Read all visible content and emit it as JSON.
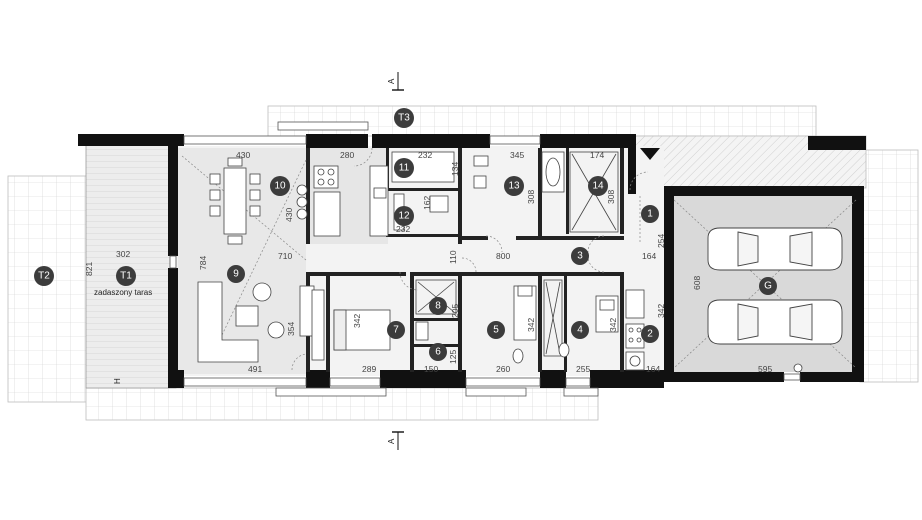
{
  "section_marks": {
    "top": "A",
    "bottom": "A"
  },
  "labels": {
    "terrace_roofed": "zadaszony taras",
    "h_mark": "H"
  },
  "room_badges": [
    {
      "id": "1",
      "name": "room-badge-1"
    },
    {
      "id": "2",
      "name": "room-badge-2"
    },
    {
      "id": "3",
      "name": "room-badge-3"
    },
    {
      "id": "4",
      "name": "room-badge-4"
    },
    {
      "id": "5",
      "name": "room-badge-5"
    },
    {
      "id": "6",
      "name": "room-badge-6"
    },
    {
      "id": "7",
      "name": "room-badge-7"
    },
    {
      "id": "8",
      "name": "room-badge-8"
    },
    {
      "id": "9",
      "name": "room-badge-9"
    },
    {
      "id": "10",
      "name": "room-badge-10"
    },
    {
      "id": "11",
      "name": "room-badge-11"
    },
    {
      "id": "12",
      "name": "room-badge-12"
    },
    {
      "id": "13",
      "name": "room-badge-13"
    },
    {
      "id": "14",
      "name": "room-badge-14"
    },
    {
      "id": "G",
      "name": "room-badge-garage"
    },
    {
      "id": "T1",
      "name": "room-badge-t1"
    },
    {
      "id": "T2",
      "name": "room-badge-t2"
    },
    {
      "id": "T3",
      "name": "room-badge-t3"
    }
  ],
  "dimensions": {
    "d430": "430",
    "d280": "280",
    "d232a": "232",
    "d345": "345",
    "d174": "174",
    "d134": "134",
    "d430v": "430",
    "d308a": "308",
    "d308b": "308",
    "d162": "162",
    "d232b": "232",
    "d254": "254",
    "d302": "302",
    "d821": "821",
    "d784": "784",
    "d710": "710",
    "d110": "110",
    "d800": "800",
    "d164a": "164",
    "d608": "608",
    "d354": "354",
    "d342a": "342",
    "d205": "205",
    "d342b": "342",
    "d342c": "342",
    "d342d": "342",
    "d125": "125",
    "d491": "491",
    "d289": "289",
    "d150": "150",
    "d260": "260",
    "d255": "255",
    "d164b": "164",
    "d595": "595"
  }
}
